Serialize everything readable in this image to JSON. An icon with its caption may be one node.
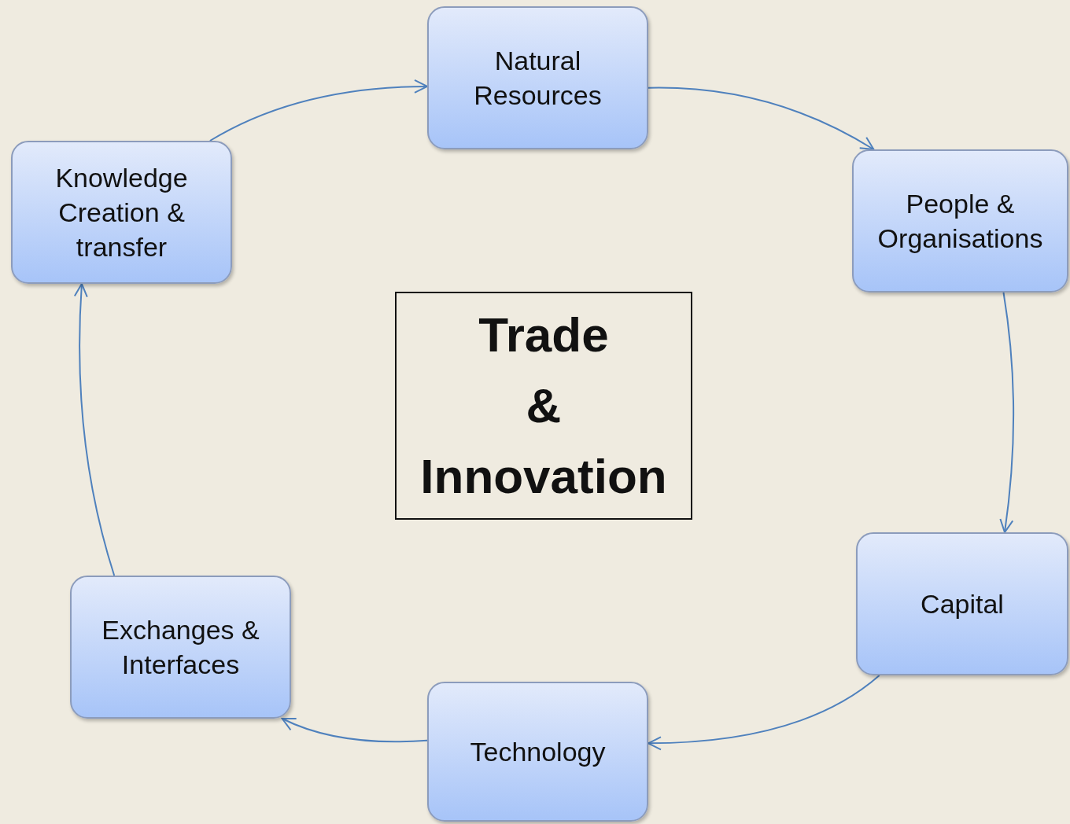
{
  "diagram": {
    "nodes": [
      {
        "text": [
          "Natural Resources"
        ]
      },
      {
        "text": [
          "People & Organisations"
        ]
      },
      {
        "text": [
          "Capital"
        ]
      },
      {
        "text": [
          "Technology"
        ]
      },
      {
        "text": [
          "Exchanges & Interfaces"
        ]
      },
      {
        "text": [
          "Knowledge Creation & transfer"
        ]
      },
      {
        "text": [
          "Trade & Innovation"
        ]
      }
    ],
    "edges": [
      {
        "from": 5,
        "to": 0,
        "arrow": "to"
      },
      {
        "from": 0,
        "to": 1,
        "arrow": "to"
      },
      {
        "from": 1,
        "to": 2,
        "arrow": "to"
      },
      {
        "from": 2,
        "to": 3,
        "arrow": "to"
      },
      {
        "from": 3,
        "to": 4,
        "arrow": "to"
      },
      {
        "from": 4,
        "to": 5,
        "arrow": "to"
      }
    ]
  }
}
